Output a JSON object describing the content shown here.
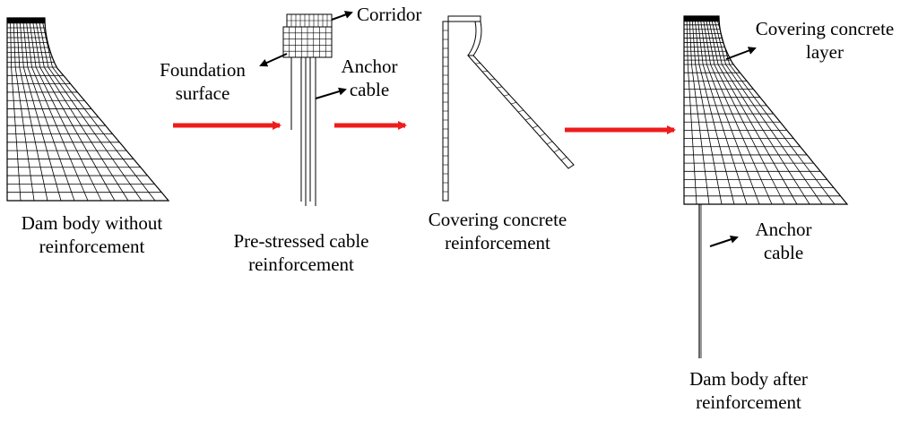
{
  "panels": {
    "dam_body": {
      "caption": [
        "Dam body without",
        "reinforcement"
      ]
    },
    "cable": {
      "caption": [
        "Pre-stressed cable",
        "reinforcement"
      ],
      "corridor": "Corridor",
      "foundation": [
        "Foundation",
        "surface"
      ],
      "anchor": [
        "Anchor",
        "cable"
      ]
    },
    "covering": {
      "caption": [
        "Covering concrete",
        "reinforcement"
      ]
    },
    "final": {
      "caption": [
        "Dam body after",
        "reinforcement"
      ],
      "layer": [
        "Covering concrete",
        "layer"
      ],
      "anchor": [
        "Anchor",
        "cable"
      ]
    }
  },
  "colors": {
    "flow_arrow": "#ee1c1c",
    "line": "#000000"
  }
}
